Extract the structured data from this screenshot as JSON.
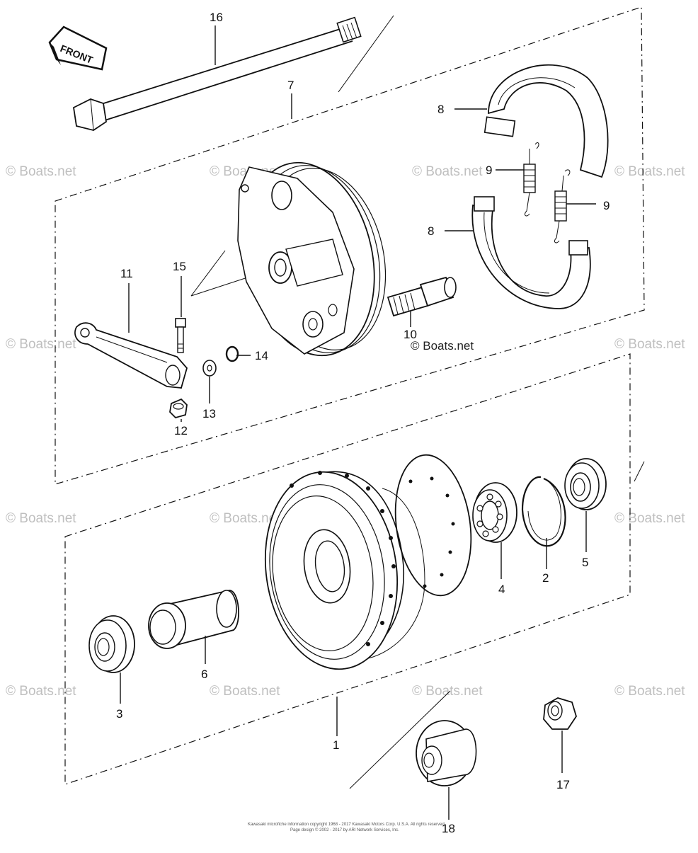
{
  "front_badge": "FRONT",
  "watermark": "© Boats.net",
  "inline_watermark": "© Boats.net",
  "copyright_line1": "Kawasaki microfiche information copyright 1968 - 2017 Kawasaki Motors Corp. U.S.A. All rights reserved.",
  "copyright_line2": "Page design © 2002 - 2017 by ARI Network Services, Inc.",
  "callouts": {
    "p1": "1",
    "p2": "2",
    "p3": "3",
    "p4": "4",
    "p5": "5",
    "p6": "6",
    "p7": "7",
    "p8a": "8",
    "p8b": "8",
    "p9a": "9",
    "p9b": "9",
    "p10": "10",
    "p11": "11",
    "p12": "12",
    "p13": "13",
    "p14": "14",
    "p15": "15",
    "p16": "16",
    "p17": "17",
    "p18": "18"
  }
}
